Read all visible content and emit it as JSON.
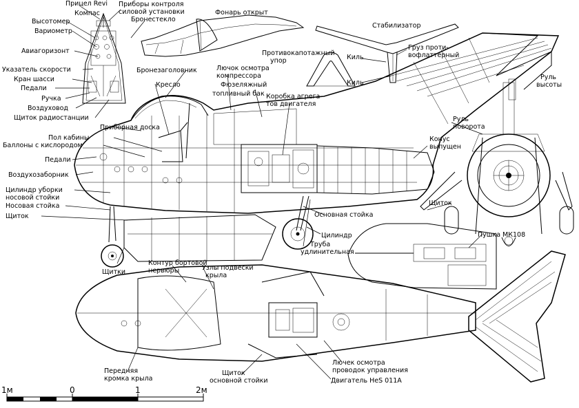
{
  "labels": {
    "pricel_revi": "Прицел Revi",
    "pribory_kontrolya_1": "Приборы контроля",
    "pribory_kontrolya_2": "силовой установки",
    "kompas": "Компас",
    "bronesteklo": "Бронестекло",
    "fonar_otkryt": "Фонарь открыт",
    "stabilizator": "Стабилизатор",
    "vysotomer": "Высотомер",
    "variometr": "Вариометр",
    "aviagorizont": "Авиагоризонт",
    "ukazatel_skorosti": "Указатель скорости",
    "kran_shassi": "Кран шасси",
    "pedali_top": "Педали",
    "ruchka": "Ручка",
    "vozdukhovod": "Воздуховод",
    "shchitok_radiostancii": "Щиток радиостанции",
    "protivokapotazhny_1": "Противокапотажный",
    "protivokapotazhny_2": "упор",
    "gruz_1": "Груз проти-",
    "gruz_2": "вофлаттерный",
    "kil_1": "Киль",
    "kil_2": "Киль",
    "bronezagolovnik": "Бронезаголовник",
    "lyuchok_osmotra_1": "Лючок осмотра",
    "lyuchok_osmotra_2": "компрессора",
    "fuzelyazhny_1": "Фюзеляжный",
    "fuzelyazhny_2": "топливный бак",
    "korobka_1": "Коробка агрега-",
    "korobka_2": "тов двигателя",
    "kreslo": "Кресло",
    "rul_vysoty_1": "Руль",
    "rul_vysoty_2": "высоты",
    "pribornaya_doska": "Приборная доска",
    "pol_kabiny": "Пол кабины",
    "ballony": "Баллоны с кислородом",
    "rul_povorota_1": "Руль",
    "rul_povorota_2": "поворота",
    "konus_1": "Конус",
    "konus_2": "выпущен",
    "pedali_side": "Педали",
    "vozdukhozabornik": "Воздухозаборник",
    "cilindr_uborki_1": "Цилиндр уборки",
    "cilindr_uborki_2": "носовой стойки",
    "nosovaya_stoyka": "Носовая стойка",
    "shchitok_left": "Щиток",
    "shchitok_right": "Щиток",
    "osnovnaya_stoyka": "Основная стойка",
    "cilindr": "Цилиндр",
    "truba_1": "Труба",
    "truba_2": "удлинительная",
    "pushka": "Пушка МК108",
    "shchitki": "Щитки",
    "kontur_1": "Контур бортовой",
    "kontur_2": "нервюры",
    "uzly_1": "Узлы подвески",
    "uzly_2": "крыла",
    "lyuchok_bottom_1": "Лючек осмотра",
    "lyuchok_bottom_2": "проводок управления",
    "perednyaya_1": "Передняя",
    "perednyaya_2": "кромка крыла",
    "shchitok_osn_1": "Щиток",
    "shchitok_osn_2": "основной стойки",
    "dvigatel": "Двигатель HeS 011A"
  },
  "scale_bar": {
    "ticks": [
      "1м",
      "0",
      "1",
      "2м"
    ]
  }
}
